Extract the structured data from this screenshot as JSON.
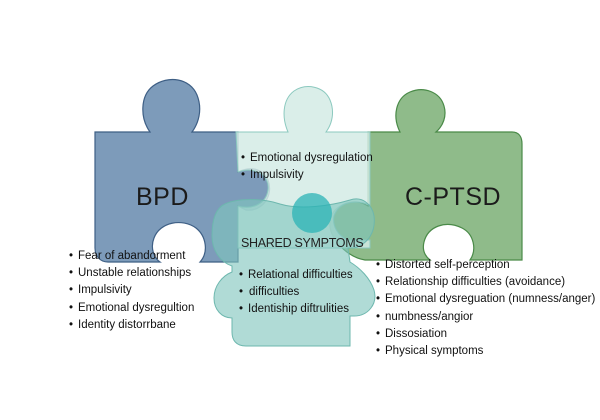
{
  "bpd": {
    "title": "BPD",
    "color": "#6f90b3",
    "symptoms": [
      "Fear of abandorment",
      "Unstable relationships",
      "Impulsivity",
      "Emotional dysregultion",
      "Identity distorrbane"
    ]
  },
  "cptsd": {
    "title": "C-PTSD",
    "color": "#7fb27a",
    "symptoms": [
      "Distorted self-perception",
      "Relationship difficulties (avoidance)",
      "Emotional dysreguation (numness/anger)",
      "numbness/angior",
      "Dissosiation",
      "Physical symptoms"
    ]
  },
  "top_piece": {
    "color": "#d3ebe5",
    "symptoms": [
      "Emotional dysregulation",
      "Impulsivity"
    ]
  },
  "shared": {
    "title": "SHARED SYMPTOMS",
    "color": "#7fc5bd",
    "symptoms": [
      "Relational difficulties",
      "difficulties",
      "Identiship diftrulities"
    ]
  }
}
